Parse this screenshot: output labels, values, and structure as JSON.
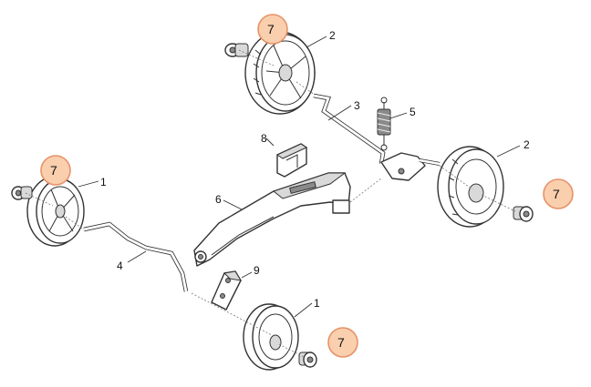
{
  "diagram": {
    "type": "exploded-parts-view",
    "callouts": [
      "1",
      "2",
      "3",
      "4",
      "5",
      "6",
      "7",
      "8",
      "9"
    ],
    "highlighted_callouts": [
      "7",
      "7",
      "7",
      "7"
    ],
    "highlight_color": "#f9cfae",
    "highlight_border_color": "#e6926a"
  }
}
